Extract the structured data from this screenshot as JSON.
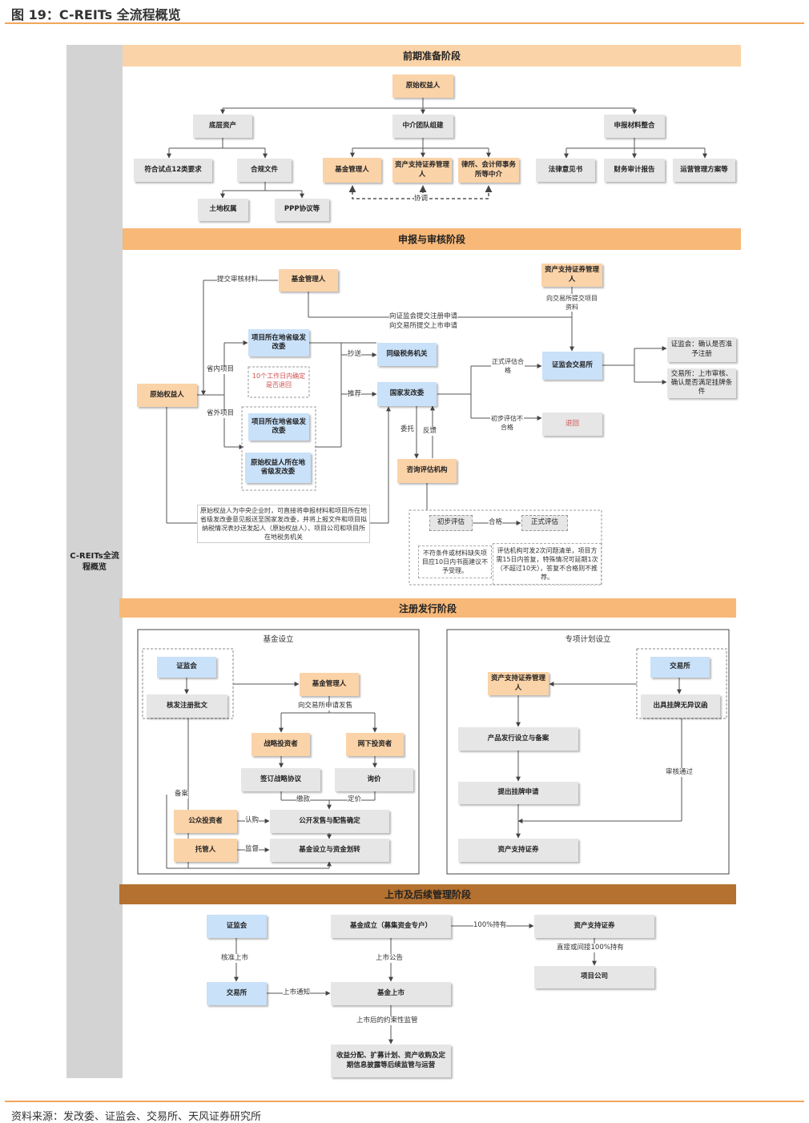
{
  "page_title": "图 19：C-REITs 全流程概览",
  "source": "资料来源：发改委、证监会、交易所、天风证券研究所",
  "colors": {
    "band_light": "#fbd3a8",
    "band_mid": "#f7b878",
    "band_dark": "#b5712f",
    "gray": "#e6e6e6",
    "orange": "#fbd3a8",
    "blue": "#c9e1f9",
    "left_column": "#d3d3d3",
    "accent_line": "#f2a65a"
  },
  "left_label": "C-REITs全流程概览",
  "s1": {
    "title": "前期准备阶段",
    "original": "原始权益人",
    "underlying": "底层资产",
    "intermediary": "中介团队组建",
    "materials": "申报材料整合",
    "pilot12": "符合试点12类要求",
    "compliance": "合规文件",
    "fund_manager": "基金管理人",
    "abs_manager": "资产支持证券管理人",
    "law_firm": "律所、会计师事务所等中介",
    "legal_opinion": "法律意见书",
    "audit_report": "财务审计报告",
    "ops_plan": "运营管理方案等",
    "land": "土地权属",
    "ppp": "PPP协议等",
    "coordinate": "协调"
  },
  "s2": {
    "title": "申报与审核阶段",
    "fund_manager": "基金管理人",
    "submit_materials": "提交审核材料",
    "abs_manager": "资产支持证券管理人",
    "to_exchange": "向交易所提交项目资料",
    "csrc_apply": "向证监会提交注册申请",
    "exchange_apply": "向交易所提交上市申请",
    "local_ndrc": "项目所在地省级发改委",
    "in_province": "省内项目",
    "out_province": "省外项目",
    "ten_days": "10个工作日内确定是否退回",
    "cc": "抄送",
    "tax": "同级税务机关",
    "recommend": "推荐",
    "ndrc": "国家发改委",
    "original": "原始权益人",
    "local_ndrc2": "项目所在地省级发改委",
    "owner_ndrc": "原始权益人所在地省级发改委",
    "formal_pass": "正式评估合格",
    "prelim_fail": "初步评估不合格",
    "csrc_exchange": "证监会交易所",
    "csrc_confirm": "证监会：确认是否准予注册",
    "exchange_review": "交易所：上市审核、确认是否满足挂牌条件",
    "return": "退回",
    "entrust": "委托",
    "feedback": "反馈",
    "consult": "咨询评估机构",
    "central_note": "原始权益人为中央企业时，可直接将申报材料和项目所在地省级发改委意见报送至国家发改委，并将上报文件和项目拟纳税情况表抄送发起人（原始权益人）、项目公司和项目所在地税务机关",
    "prelim": "初步评估",
    "pass": "合格",
    "formal": "正式评估",
    "prelim_note": "不符条件或材料缺失项目应10日内书面建议不予受理。",
    "formal_note": "评估机构可发2次问题清单，项目方需15日内答复，特殊情况可延期1次（不超过10天），答复不合格则不推荐。"
  },
  "s3": {
    "title": "注册发行阶段",
    "fund_setup": "基金设立",
    "special_setup": "专项计划设立",
    "csrc": "证监会",
    "approve": "核发注册批文",
    "fund_manager": "基金管理人",
    "exchange_issue": "向交易所申请发售",
    "strategic": "战略投资者",
    "offline": "网下投资者",
    "strategic_agreement": "签订战略协议",
    "inquiry": "询价",
    "payment": "缴款",
    "pricing": "定价",
    "filing": "备案",
    "public": "公众投资者",
    "subscribe": "认购",
    "public_offer": "公开发售与配售确定",
    "custodian": "托管人",
    "supervise": "监督",
    "fund_transfer": "基金设立与资金划转",
    "abs_manager": "资产支持证券管理人",
    "exchange": "交易所",
    "no_objection": "出具挂牌无异议函",
    "product_setup": "产品发行设立与备案",
    "review_pass": "审核通过",
    "listing_apply": "提出挂牌申请",
    "abs": "资产支持证券"
  },
  "s4": {
    "title": "上市及后续管理阶段",
    "csrc": "证监会",
    "fund_est": "基金成立（募集资金专户）",
    "hold100": "100%持有",
    "abs": "资产支持证券",
    "approve_listing": "核准上市",
    "listing_notice_label": "上市公告",
    "direct_hold": "直接或间接100%持有",
    "project_co": "项目公司",
    "exchange": "交易所",
    "listing_notice": "上市通知",
    "fund_listed": "基金上市",
    "post_supervision": "上市后的约束性监管",
    "ongoing": "收益分配、扩募计划、资产收购及定期信息披露等后续监管与运营"
  }
}
